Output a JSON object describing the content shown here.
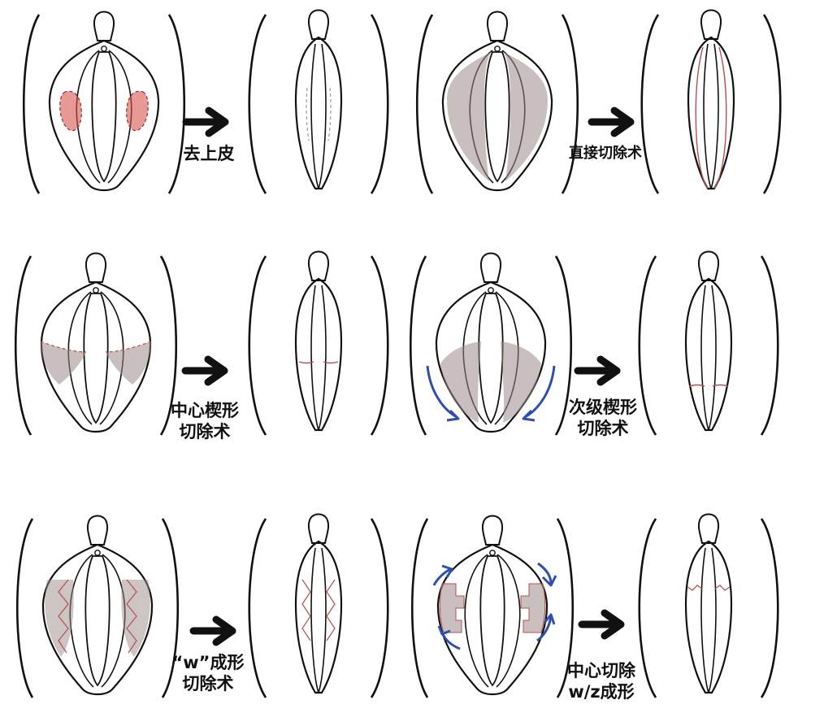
{
  "panels": [
    {
      "id": "p1",
      "label_lines": [
        "去上皮"
      ]
    },
    {
      "id": "p2",
      "label_lines": [
        "直接切除术"
      ]
    },
    {
      "id": "p3",
      "label_lines": [
        "中心楔形",
        "切除术"
      ]
    },
    {
      "id": "p4",
      "label_lines": [
        "次级楔形",
        "切除术"
      ]
    },
    {
      "id": "p5",
      "label_lines": [
        "“w”成形",
        "切除术"
      ]
    },
    {
      "id": "p6",
      "label_lines": [
        "中心切除",
        "w/z成形"
      ]
    }
  ],
  "colors": {
    "ink": "#111111",
    "red_shade": "#d9534f",
    "gray_shade": "#9c8a8a",
    "cut_line": "#b35050",
    "blue_arrow": "#2d4fb0"
  }
}
